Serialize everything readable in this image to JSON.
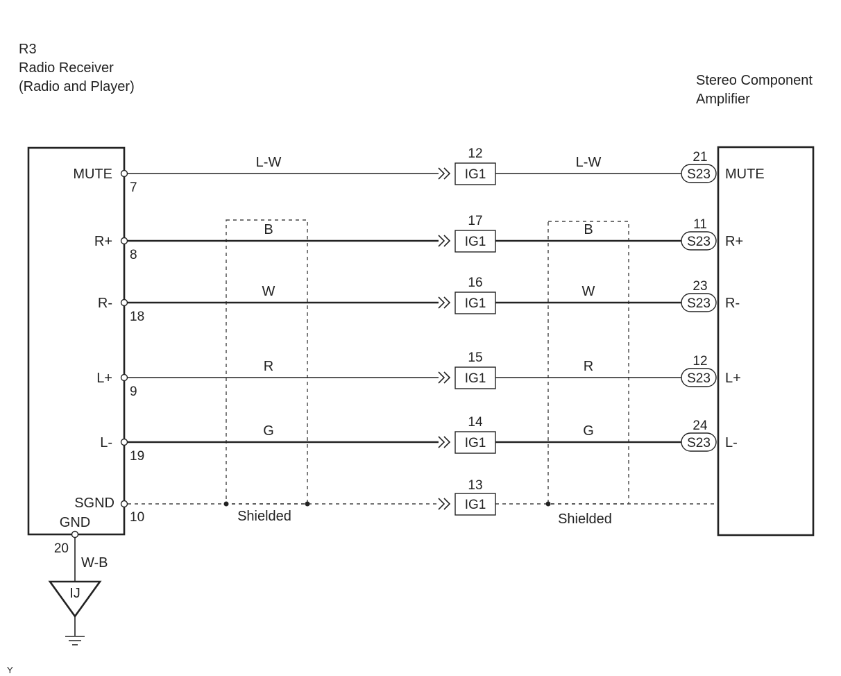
{
  "left_component": {
    "code": "R3",
    "name": "Radio Receiver",
    "subtitle": "(Radio and Player)",
    "gnd_label": "GND",
    "gnd_pin": "20",
    "gnd_wire": "W-B",
    "ground_point": "IJ"
  },
  "right_component": {
    "name_line1": "Stereo Component",
    "name_line2": "Amplifier"
  },
  "inline_connector": "IG1",
  "right_connector": "S23",
  "shield_label": "Shielded",
  "circuits": [
    {
      "signal": "MUTE",
      "left_pin": "7",
      "wire_left": "L-W",
      "ig_pin": "12",
      "wire_right": "L-W",
      "right_pin": "21",
      "right_signal": "MUTE"
    },
    {
      "signal": "R+",
      "left_pin": "8",
      "wire_left": "B",
      "ig_pin": "17",
      "wire_right": "B",
      "right_pin": "11",
      "right_signal": "R+"
    },
    {
      "signal": "R-",
      "left_pin": "18",
      "wire_left": "W",
      "ig_pin": "16",
      "wire_right": "W",
      "right_pin": "23",
      "right_signal": "R-"
    },
    {
      "signal": "L+",
      "left_pin": "9",
      "wire_left": "R",
      "ig_pin": "15",
      "wire_right": "R",
      "right_pin": "12",
      "right_signal": "L+"
    },
    {
      "signal": "L-",
      "left_pin": "19",
      "wire_left": "G",
      "ig_pin": "14",
      "wire_right": "G",
      "right_pin": "24",
      "right_signal": "L-"
    }
  ],
  "sgnd": {
    "signal": "SGND",
    "left_pin": "10",
    "ig_pin": "13"
  },
  "footer_mark": "Y"
}
